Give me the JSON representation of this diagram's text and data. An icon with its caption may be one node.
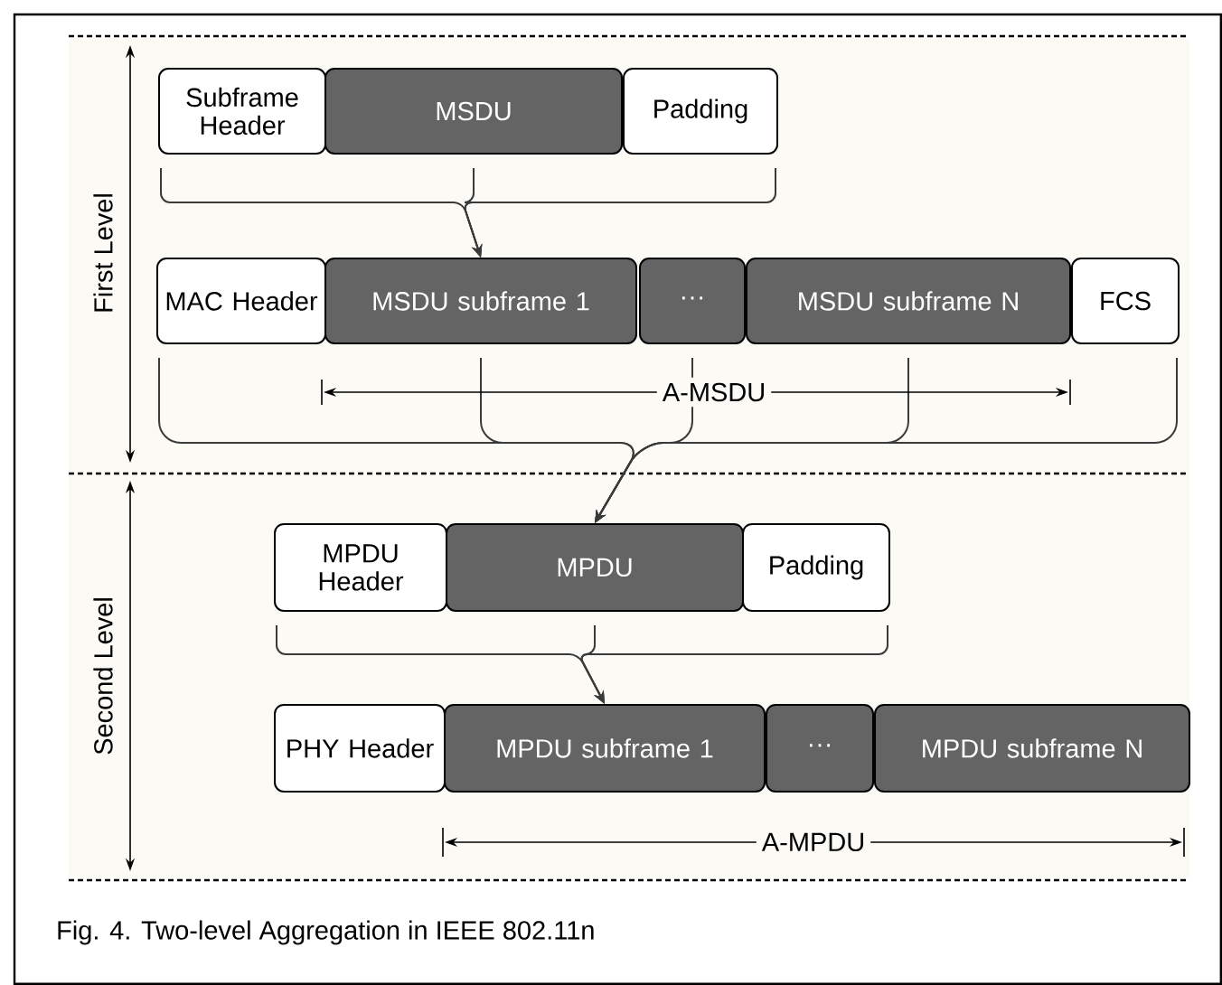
{
  "diagram": {
    "caption": "Fig. 4. Two-level Aggregation in IEEE 802.11n",
    "nodes": [
      {
        "text": [
          "Subframe Header"
        ]
      },
      {
        "text": [
          "MSDU"
        ]
      },
      {
        "text": [
          "Padding"
        ]
      },
      {
        "text": [
          "MAC Header"
        ]
      },
      {
        "text": [
          "MSDU subframe 1"
        ]
      },
      {
        "text": [
          "···"
        ]
      },
      {
        "text": [
          "MSDU subframe N"
        ]
      },
      {
        "text": [
          "FCS"
        ]
      },
      {
        "text": [
          "MPDU Header"
        ]
      },
      {
        "text": [
          "MPDU"
        ]
      },
      {
        "text": [
          "Padding"
        ]
      },
      {
        "text": [
          "PHY Header"
        ]
      },
      {
        "text": [
          "MPDU subframe 1"
        ]
      },
      {
        "text": [
          "···"
        ]
      },
      {
        "text": [
          "MPDU subframe N"
        ]
      }
    ],
    "edges": [
      {
        "from": 0,
        "to": 4,
        "arrow": "to"
      },
      {
        "from": 1,
        "to": 4,
        "arrow": "to"
      },
      {
        "from": 2,
        "to": 4,
        "arrow": "to"
      },
      {
        "from": 3,
        "to": 9,
        "arrow": "to"
      },
      {
        "from": 4,
        "to": 9,
        "arrow": "to"
      },
      {
        "from": 5,
        "to": 9,
        "arrow": "to"
      },
      {
        "from": 6,
        "to": 9,
        "arrow": "to"
      },
      {
        "from": 7,
        "to": 9,
        "arrow": "to"
      },
      {
        "from": 8,
        "to": 12,
        "arrow": "to"
      },
      {
        "from": 9,
        "to": 12,
        "arrow": "to"
      },
      {
        "from": 10,
        "to": 12,
        "arrow": "to"
      }
    ],
    "labels": [
      "First Level",
      "A-MSDU",
      "Second Level",
      "A-MPDU"
    ]
  }
}
